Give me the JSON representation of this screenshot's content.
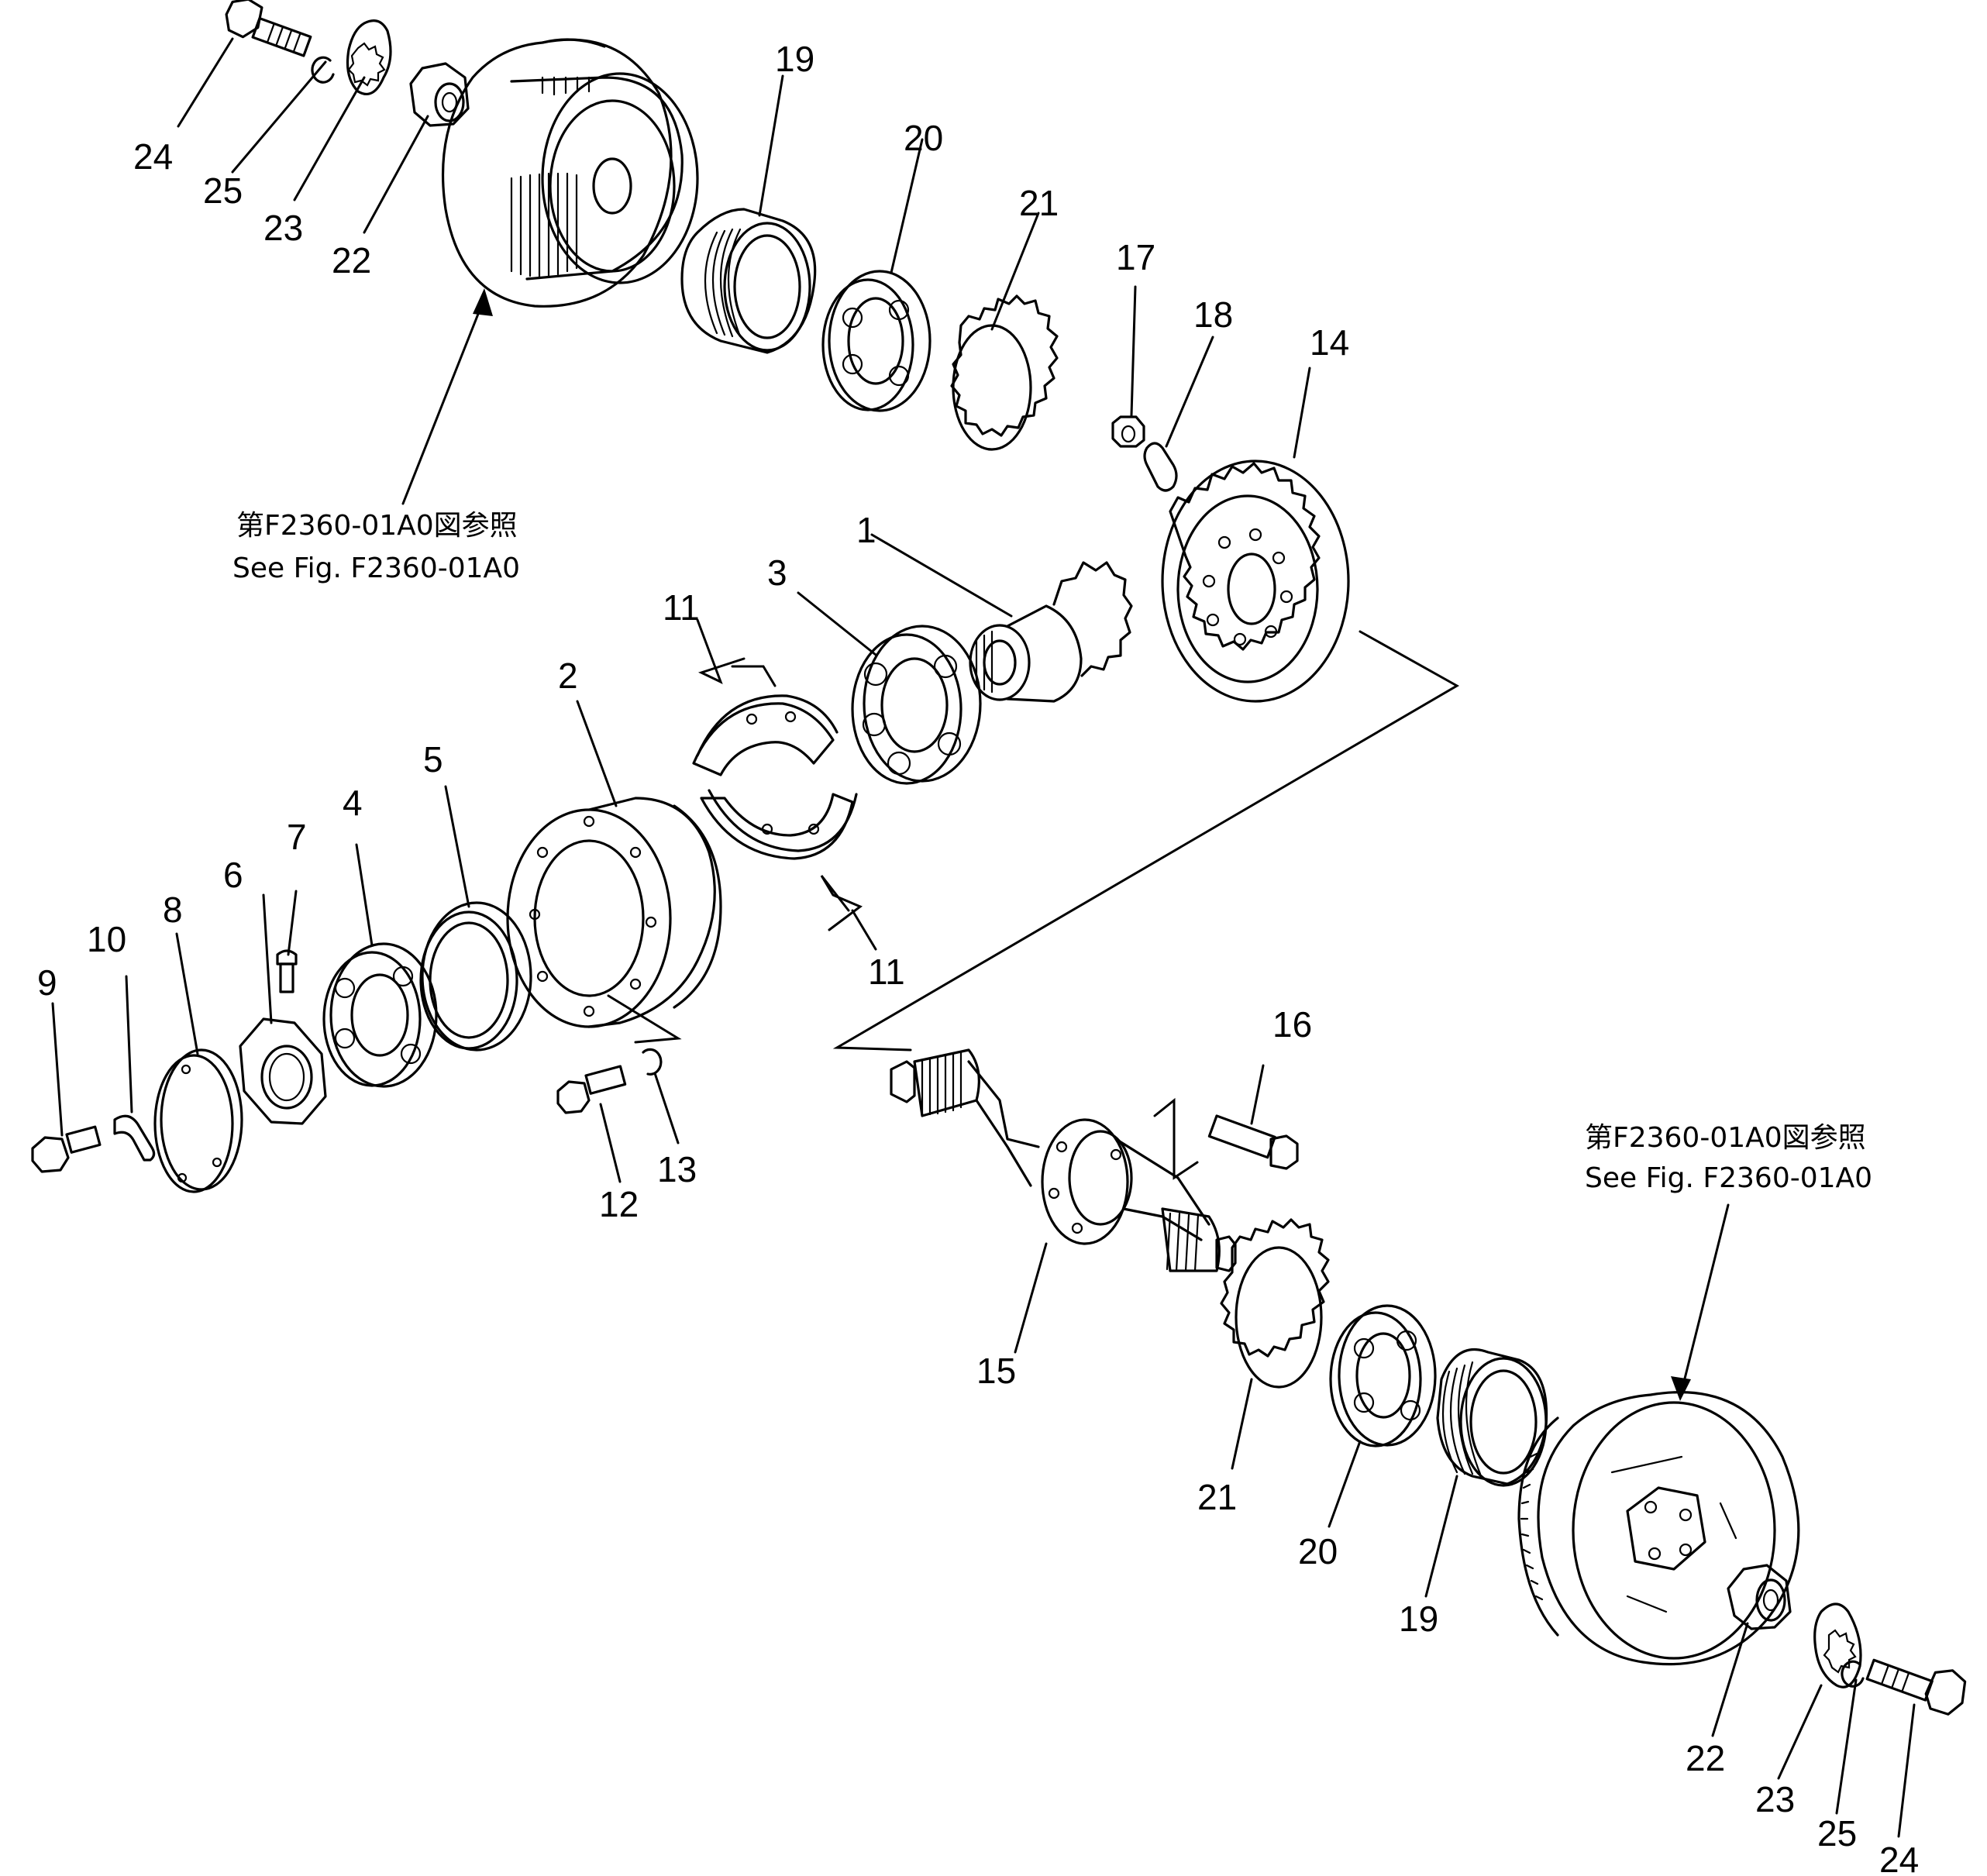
{
  "callouts": [
    {
      "id": "c1",
      "text": "1"
    },
    {
      "id": "c2",
      "text": "2"
    },
    {
      "id": "c3",
      "text": "3"
    },
    {
      "id": "c4",
      "text": "4"
    },
    {
      "id": "c5",
      "text": "5"
    },
    {
      "id": "c6",
      "text": "6"
    },
    {
      "id": "c7",
      "text": "7"
    },
    {
      "id": "c8",
      "text": "8"
    },
    {
      "id": "c9",
      "text": "9"
    },
    {
      "id": "c10",
      "text": "10"
    },
    {
      "id": "c11a",
      "text": "11"
    },
    {
      "id": "c11b",
      "text": "11"
    },
    {
      "id": "c12",
      "text": "12"
    },
    {
      "id": "c13",
      "text": "13"
    },
    {
      "id": "c14",
      "text": "14"
    },
    {
      "id": "c15",
      "text": "15"
    },
    {
      "id": "c16",
      "text": "16"
    },
    {
      "id": "c17",
      "text": "17"
    },
    {
      "id": "c18",
      "text": "18"
    },
    {
      "id": "c19a",
      "text": "19"
    },
    {
      "id": "c19b",
      "text": "19"
    },
    {
      "id": "c20a",
      "text": "20"
    },
    {
      "id": "c20b",
      "text": "20"
    },
    {
      "id": "c21a",
      "text": "21"
    },
    {
      "id": "c21b",
      "text": "21"
    },
    {
      "id": "c22a",
      "text": "22"
    },
    {
      "id": "c22b",
      "text": "22"
    },
    {
      "id": "c23a",
      "text": "23"
    },
    {
      "id": "c23b",
      "text": "23"
    },
    {
      "id": "c24a",
      "text": "24"
    },
    {
      "id": "c24b",
      "text": "24"
    },
    {
      "id": "c25a",
      "text": "25"
    },
    {
      "id": "c25b",
      "text": "25"
    }
  ],
  "notes": {
    "top": {
      "jp": "第F2360-01A0図参照",
      "en": "See Fig. F2360-01A0"
    },
    "bottom": {
      "jp": "第F2360-01A0図参照",
      "en": "See Fig. F2360-01A0"
    }
  }
}
